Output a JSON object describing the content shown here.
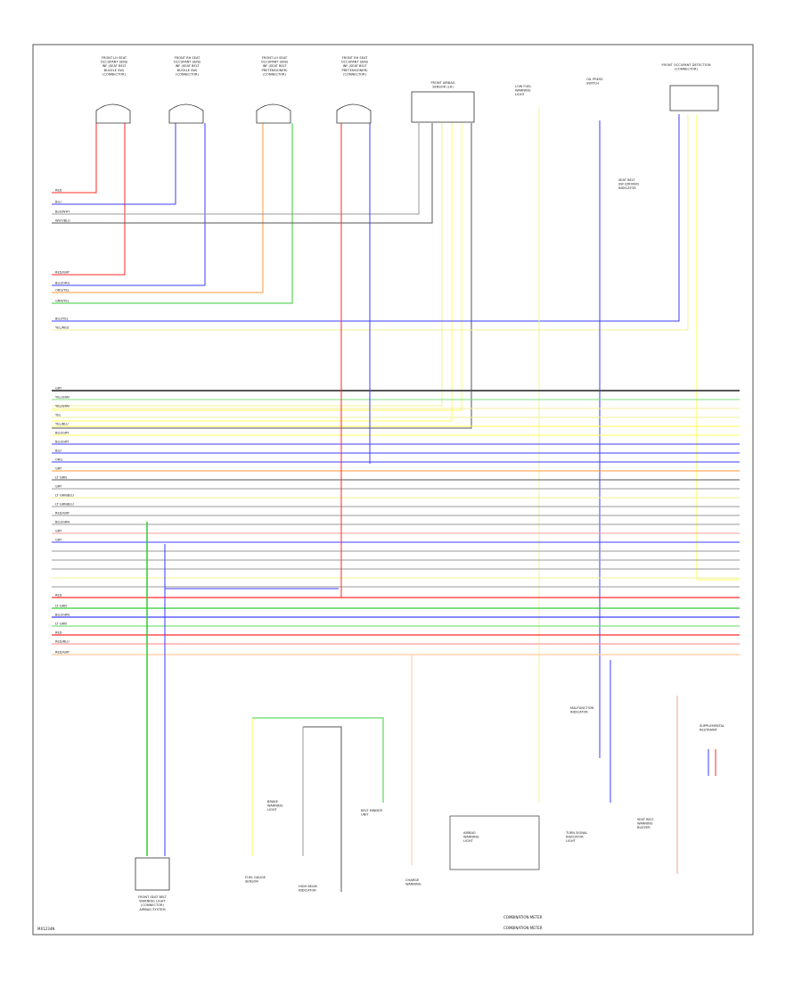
{
  "diagram": {
    "footer_code": "MX1234N",
    "bottom_label_1": "COMBINATION METER",
    "bottom_label_2": "COMBINATION METER",
    "components": {
      "c1": [
        "FRONT LH SEAT",
        "OCCUPANT SENS",
        "INF (SEAT BELT",
        "BUCKLE SW)",
        "(CONNECTOR)"
      ],
      "c2": [
        "FRONT RH SEAT",
        "OCCUPANT SENS",
        "INF (SEAT BELT",
        "BUCKLE SW)",
        "(CONNECTOR)"
      ],
      "c3": [
        "FRONT LH SEAT",
        "OCCUPANT SENS",
        "INF (SEAT BELT",
        "PRETENSIONER)",
        "(CONNECTOR)"
      ],
      "c4": [
        "FRONT RH SEAT",
        "OCCUPANT SENS",
        "INF (SEAT BELT",
        "PRETENSIONER)",
        "(CONNECTOR)"
      ],
      "c5": [
        "FRONT AIRBAG",
        "SENSOR (LH)"
      ],
      "c6": [
        "LOW FUEL",
        "WARNING",
        "LIGHT"
      ],
      "c7": [
        "OIL PRESS",
        "SWITCH"
      ],
      "c8": [
        "FRONT OCCUPANT DETECTION",
        "(CONNECTOR)"
      ],
      "c9": [
        "SEAT BELT",
        "SW (DRIVER)",
        "INDICATOR"
      ],
      "c10": [
        "FRONT SEAT BELT",
        "WARNING LIGHT",
        "(CONNECTOR)",
        "AIRBAG SYSTEM"
      ],
      "c11": [
        "BRAKE",
        "WARNING",
        "LIGHT"
      ],
      "c12": [
        "FUEL GAUGE",
        "SENSOR"
      ],
      "c13": [
        "HIGH BEAM",
        "INDICATOR"
      ],
      "c14": [
        "BELT MINDER",
        "UNIT"
      ],
      "c15": [
        "CHARGE",
        "WARNING"
      ],
      "c16": [
        "AIRBAG",
        "WARNING",
        "LIGHT"
      ],
      "c17": [
        "TURN SIGNAL",
        "INDICATOR",
        "LIGHT"
      ],
      "c18": [
        "SEAT BELT",
        "WARNING",
        "BUZZER"
      ],
      "c19": [
        "MALFUNCTION",
        "INDICATOR"
      ],
      "c20": [
        "SUPPLEMENTAL",
        "RESTRAINT"
      ]
    },
    "wire_groups": {
      "g1": [
        "RED",
        "BLU",
        "BLK/WHT",
        "WHT/BLU"
      ],
      "g2": [
        "RED/GRY",
        "BLU/ORG",
        "ORG/YEL",
        "GRN/YEL"
      ],
      "g3": [
        "BLU/YEL",
        "YEL/RED"
      ],
      "g4": [
        "GRY",
        "YEL/GRN",
        "YEL/GRN",
        "YEL",
        "YEL/BLU",
        "BLU/GRY",
        "BLU/GRY",
        "BLU",
        "ORG",
        "GRY",
        "LT GRN",
        "GRY",
        "LT GRN/BLU",
        "LT GRN/BLU",
        "RED/GRY",
        "BLU/GRN",
        "GRY",
        "GRY"
      ],
      "g5": [
        "RED",
        "LT GRN",
        "BLU/GRN",
        "LT GRN",
        "RED",
        "RED/BLU",
        "RED/GRY"
      ]
    }
  }
}
